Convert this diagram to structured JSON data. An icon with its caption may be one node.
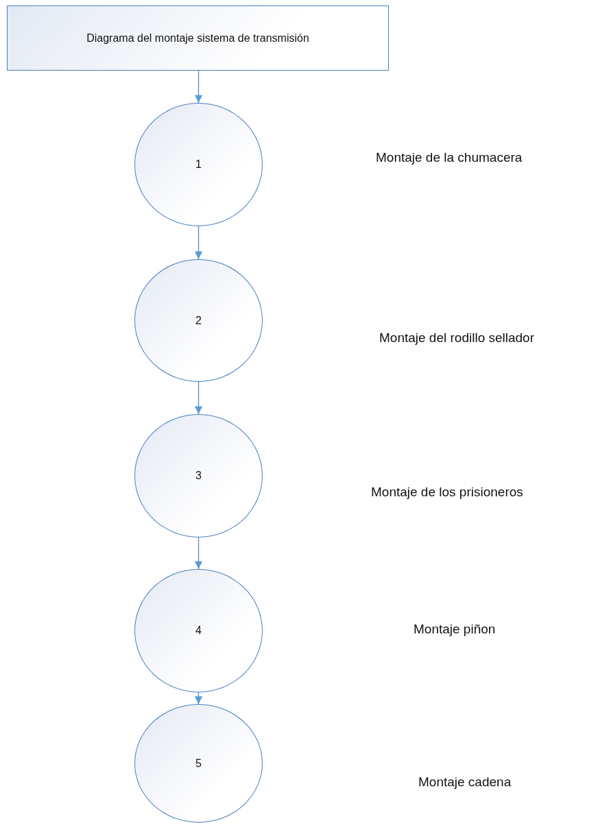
{
  "diagram": {
    "nodes": [
      {
        "text": [
          "Diagrama del montaje sistema de transmisión"
        ]
      },
      {
        "text": [
          "1"
        ]
      },
      {
        "text": [
          "2"
        ]
      },
      {
        "text": [
          "3"
        ]
      },
      {
        "text": [
          "4"
        ]
      },
      {
        "text": [
          "5"
        ]
      }
    ],
    "edges": [
      {
        "from": 0,
        "to": 1,
        "arrow": "to"
      },
      {
        "from": 1,
        "to": 2,
        "arrow": "to"
      },
      {
        "from": 2,
        "to": 3,
        "arrow": "to"
      },
      {
        "from": 3,
        "to": 4,
        "arrow": "to"
      },
      {
        "from": 4,
        "to": 5,
        "arrow": "to"
      }
    ],
    "labels": [
      "Montaje de la chumacera",
      "Montaje del rodillo sellador",
      "Montaje de los prisioneros",
      "Montaje piñon",
      "Montaje cadena"
    ]
  }
}
